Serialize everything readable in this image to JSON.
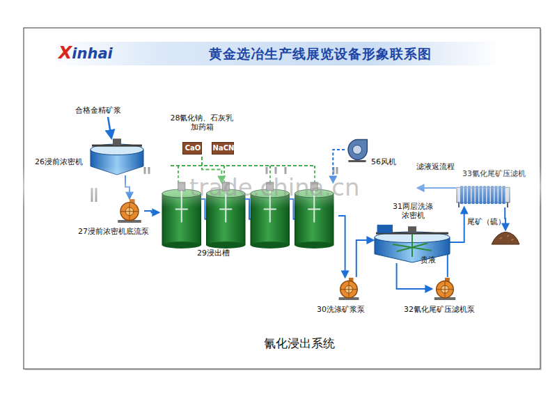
{
  "diagram": {
    "title": "黄金选冶生产线展览设备形象联系图",
    "caption": "氰化浸出系统",
    "nodes": [
      {
        "text": [
          "26浸前浓密机"
        ]
      },
      {
        "text": [
          "27浸前浓密机底流泵"
        ]
      },
      {
        "text": [
          "28氰化钠、石灰乳 加药箱"
        ]
      },
      {
        "text": [
          "CaO"
        ],
        "in": 2
      },
      {
        "text": [
          "NaCN"
        ],
        "in": 2
      },
      {
        "text": [
          "29浸出槽"
        ]
      },
      {
        "text": [
          "56风机"
        ]
      },
      {
        "text": [
          "30洗涤矿浆泵"
        ]
      },
      {
        "text": [
          "31两层洗涤 浓密机"
        ]
      },
      {
        "text": [
          "32氰化尾矿压滤机泵"
        ]
      },
      {
        "text": [
          "33氰化尾矿压滤机"
        ]
      },
      {
        "text": [
          "尾矿（硫）"
        ]
      }
    ],
    "edges": [
      {
        "from": 0,
        "to": 1,
        "arrow": "to"
      },
      {
        "from": 1,
        "to": 5,
        "arrow": "to"
      },
      {
        "from": 2,
        "to": 5,
        "arrow": "to"
      },
      {
        "from": 6,
        "to": 5,
        "arrow": "to"
      },
      {
        "from": 5,
        "to": 7,
        "arrow": "to"
      },
      {
        "from": 7,
        "to": 8,
        "arrow": "to"
      },
      {
        "from": 8,
        "to": 9,
        "arrow": "to"
      },
      {
        "from": 9,
        "to": 10,
        "arrow": "to"
      },
      {
        "from": 10,
        "to": 11,
        "arrow": "to"
      }
    ],
    "labels": [
      "Xinhai",
      "合格金精矿浆",
      "滤液返流程",
      "贵液",
      "trade.china.cn"
    ]
  }
}
